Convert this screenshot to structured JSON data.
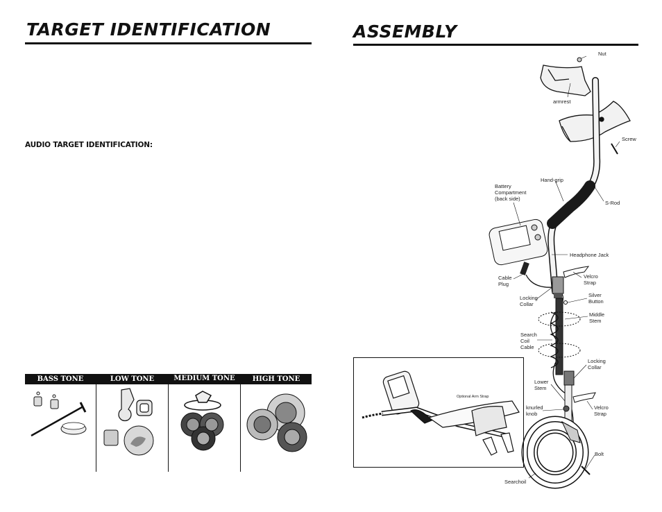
{
  "left_page": {
    "title": "TARGET IDENTIFICATION",
    "subheading": "AUDIO TARGET IDENTIFICATION:",
    "tones": [
      {
        "label": "BASS TONE"
      },
      {
        "label": "LOW TONE"
      },
      {
        "label": "MEDIUM TONE"
      },
      {
        "label": "HIGH TONE"
      }
    ]
  },
  "right_page": {
    "title": "ASSEMBLY",
    "parts": {
      "nut": "Nut",
      "armrest": "armrest",
      "screw": "Screw",
      "hand_grip": "Hand-grip",
      "battery": "Battery\nCompartment\n(back side)",
      "s_rod": "S-Rod",
      "headphone_jack": "Headphone Jack",
      "cable_plug": "Cable\nPlug",
      "velcro_strap_top": "Velcro\nStrap",
      "locking_collar_top": "Locking\nCollar",
      "silver_button": "Silver\nButton",
      "middle_stem": "Middle\nStem",
      "search_coil_cable": "Search\nCoil\nCable",
      "locking_collar_bottom": "Locking\nCollar",
      "lower_stem": "Lower\nStem",
      "knurled_knob": "knurled\nknob",
      "velcro_strap_bottom": "Velcro\nStrap",
      "bolt": "Bolt",
      "searchcoil": "Searchoil"
    },
    "inset_caption": "Optional Arm Strap"
  },
  "colors": {
    "ink": "#111111",
    "paper": "#ffffff",
    "grip": "#1a1a1a"
  }
}
